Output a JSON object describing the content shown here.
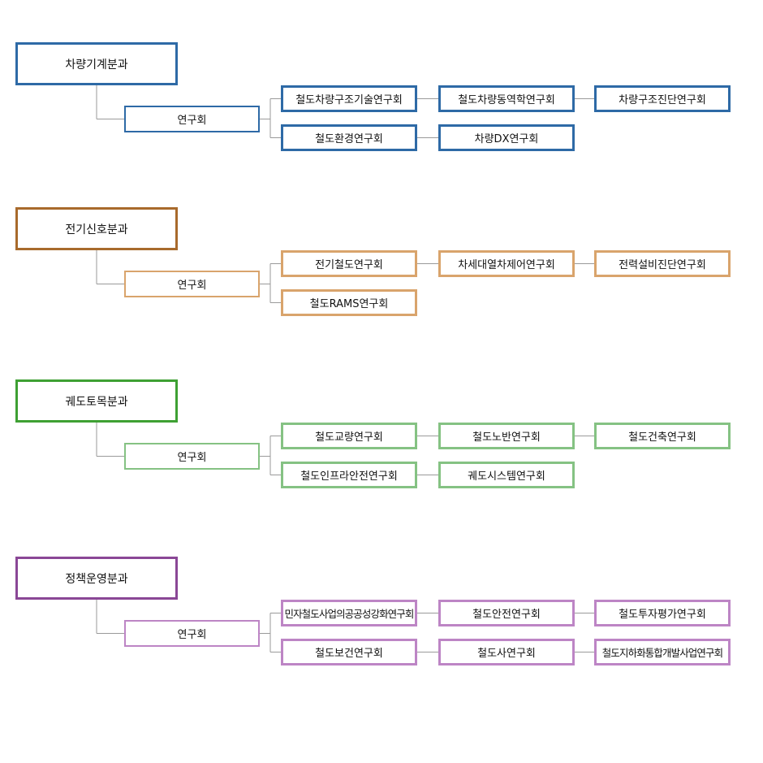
{
  "sections": [
    {
      "id": "vehicle",
      "division": "차량기계분과",
      "council": "연구회",
      "color": "#2e6aa6",
      "row1": [
        "철도차량구조기술연구회",
        "철도차량동역학연구회",
        "차량구조진단연구회"
      ],
      "row2": [
        "철도환경연구회",
        "차량DX연구회"
      ]
    },
    {
      "id": "electric",
      "division": "전기신호분과",
      "council": "연구회",
      "color": "#a86a2c",
      "sub_color": "#d9a46c",
      "row1": [
        "전기철도연구회",
        "차세대열차제어연구회",
        "전력설비진단연구회"
      ],
      "row2": [
        "철도RAMS연구회"
      ]
    },
    {
      "id": "track",
      "division": "궤도토목분과",
      "council": "연구회",
      "color": "#3ea033",
      "sub_color": "#85c283",
      "row1": [
        "철도교량연구회",
        "철도노반연구회",
        "철도건축연구회"
      ],
      "row2": [
        "철도인프라안전연구회",
        "궤도시스템연구회"
      ]
    },
    {
      "id": "policy",
      "division": "정책운영분과",
      "council": "연구회",
      "color": "#8a4796",
      "sub_color": "#bd85c5",
      "row1": [
        "민자철도사업의공공성강화연구회",
        "철도안전연구회",
        "철도투자평가연구회"
      ],
      "row2": [
        "철도보건연구회",
        "철도사연구회",
        "철도지하화통합개발사업연구회"
      ]
    }
  ]
}
